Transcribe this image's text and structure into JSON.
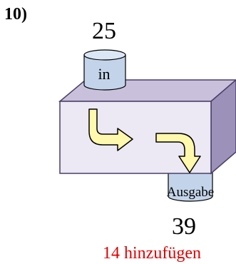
{
  "problem": {
    "number": "10)"
  },
  "input": {
    "value": "25",
    "label": "in"
  },
  "output": {
    "value": "39",
    "label": "Ausgabe"
  },
  "rule": {
    "text": "14 hinzufügen"
  },
  "colors": {
    "box_front": "#ece8f4",
    "box_top": "#c9c1dc",
    "box_side": "#9c91b8",
    "box_edge": "#4a3f66",
    "cylinder_fill": "#c3d4ea",
    "cylinder_top": "#dce7f5",
    "arrow_fill": "#fff8ad",
    "rule_text": "#e00000"
  }
}
